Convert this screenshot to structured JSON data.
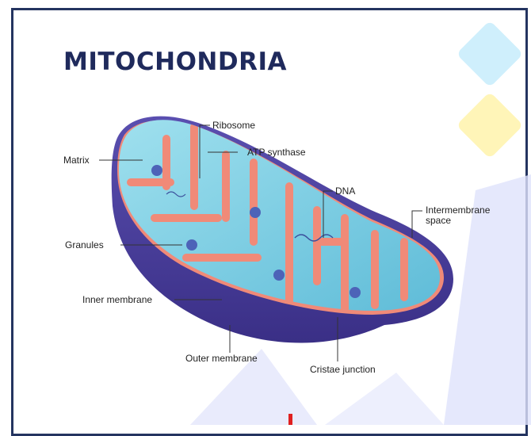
{
  "title": "MITOCHONDRIA",
  "labels": {
    "ribosome": "Ribosome",
    "atp_synthase": "ATP synthase",
    "matrix": "Matrix",
    "dna": "DNA",
    "intermembrane_space": "Intermembrane space",
    "granules": "Granules",
    "inner_membrane": "Inner membrane",
    "outer_membrane": "Outer membrane",
    "cristae_junction": "Cristae junction"
  },
  "colors": {
    "frame": "#243460",
    "title": "#1f2a5c",
    "outer_membrane": "#4a3f9a",
    "inner_membrane": "#ef7a6a",
    "matrix": "#7fd0e6",
    "granule": "#4d63b8"
  }
}
